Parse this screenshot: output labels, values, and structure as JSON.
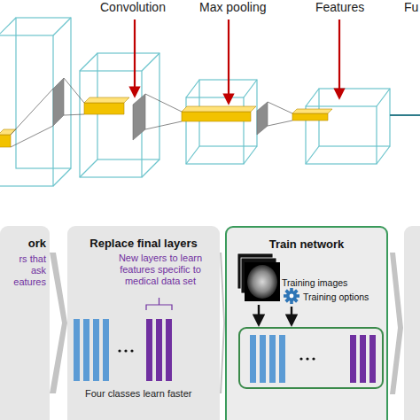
{
  "diagram": {
    "nodes": [
      {
        "text": [
          "ork",
          "rs that ask eatures"
        ]
      },
      {
        "text": [
          "Replace final layers",
          "New layers to learn features specific to medical data set",
          "Four classes learn faster"
        ]
      },
      {
        "text": [
          "Train network",
          "Training images",
          "Training options"
        ]
      }
    ],
    "edges": [
      {
        "from": 0,
        "to": 1,
        "arrow": "to"
      },
      {
        "from": 1,
        "to": 2,
        "arrow": "to"
      }
    ],
    "labels": [
      "Convolution",
      "Max pooling",
      "Features",
      "Fu"
    ]
  }
}
